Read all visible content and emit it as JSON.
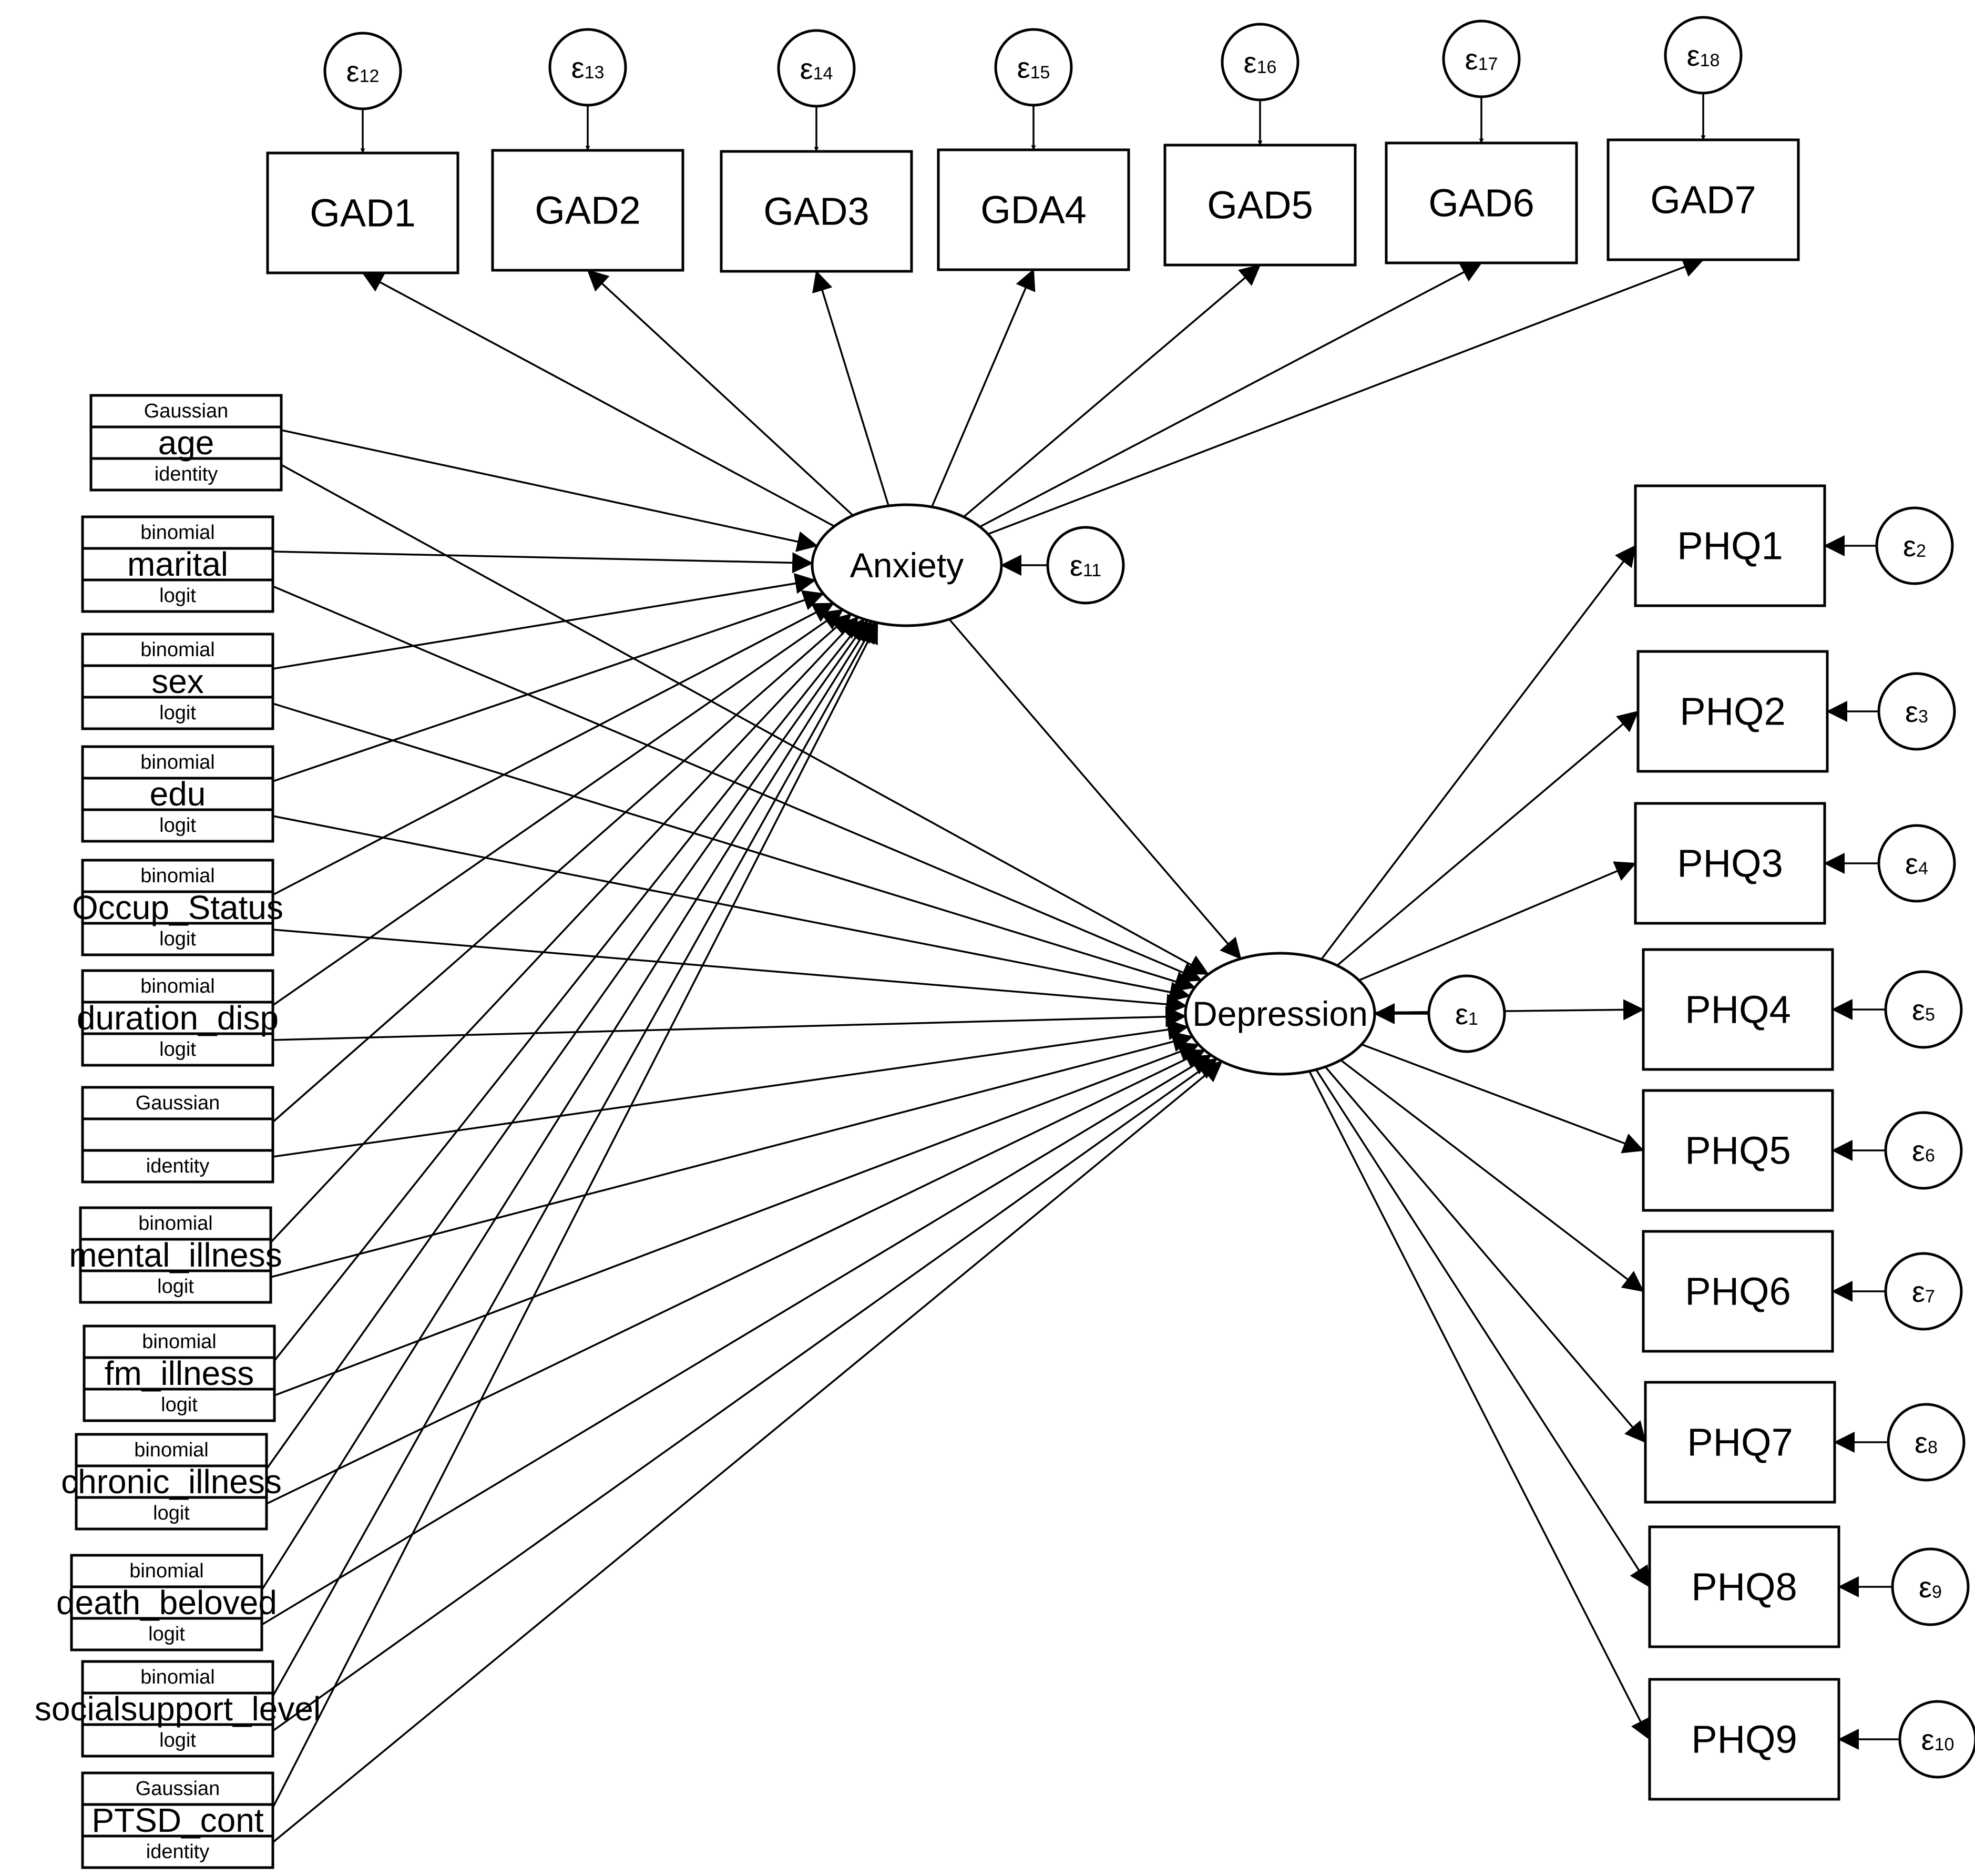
{
  "latents": {
    "anxiety": {
      "label": "Anxiety",
      "error": "11"
    },
    "depression": {
      "label": "Depression",
      "error": "1"
    }
  },
  "error_symbol": "ε",
  "gad_items": [
    {
      "label": "GAD1",
      "error": "12"
    },
    {
      "label": "GAD2",
      "error": "13"
    },
    {
      "label": "GAD3",
      "error": "14"
    },
    {
      "label": "GDA4",
      "error": "15"
    },
    {
      "label": "GAD5",
      "error": "16"
    },
    {
      "label": "GAD6",
      "error": "17"
    },
    {
      "label": "GAD7",
      "error": "18"
    }
  ],
  "phq_items": [
    {
      "label": "PHQ1",
      "error": "2"
    },
    {
      "label": "PHQ2",
      "error": "3"
    },
    {
      "label": "PHQ3",
      "error": "4"
    },
    {
      "label": "PHQ4",
      "error": "5"
    },
    {
      "label": "PHQ5",
      "error": "6"
    },
    {
      "label": "PHQ6",
      "error": "7"
    },
    {
      "label": "PHQ7",
      "error": "8"
    },
    {
      "label": "PHQ8",
      "error": "9"
    },
    {
      "label": "PHQ9",
      "error": "10"
    }
  ],
  "covariates": [
    {
      "name": "age",
      "family": "Gaussian",
      "link": "identity"
    },
    {
      "name": "marital",
      "family": "binomial",
      "link": "logit"
    },
    {
      "name": "sex",
      "family": "binomial",
      "link": "logit"
    },
    {
      "name": "edu",
      "family": "binomial",
      "link": "logit"
    },
    {
      "name": "Occup_Status",
      "family": "binomial",
      "link": "logit"
    },
    {
      "name": "duration_disp",
      "family": "binomial",
      "link": "logit"
    },
    {
      "name": "",
      "family": "Gaussian",
      "link": "identity"
    },
    {
      "name": "mental_illness",
      "family": "binomial",
      "link": "logit"
    },
    {
      "name": "fm_illness",
      "family": "binomial",
      "link": "logit"
    },
    {
      "name": "chronic_illness",
      "family": "binomial",
      "link": "logit"
    },
    {
      "name": "death_beloved",
      "family": "binomial",
      "link": "logit"
    },
    {
      "name": "socialsupport_level",
      "family": "binomial",
      "link": "logit"
    },
    {
      "name": "PTSD_cont",
      "family": "Gaussian",
      "link": "identity"
    }
  ]
}
